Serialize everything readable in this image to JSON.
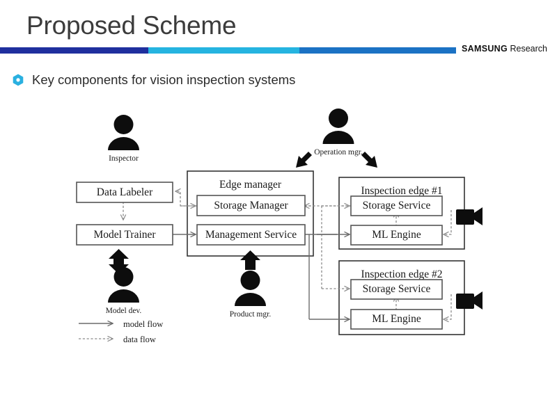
{
  "header": {
    "title": "Proposed Scheme",
    "brand_bold": "SAMSUNG",
    "brand_regular": "Research",
    "rule_colors": [
      "#1f2f9e",
      "#25b4e0",
      "#1b72c4"
    ]
  },
  "bullet": {
    "icon": "hexagon-bullet-icon",
    "accent": "#2ab0e0",
    "text": "Key components for vision inspection systems"
  },
  "diagram": {
    "actors": [
      {
        "name": "inspector",
        "label": "Inspector"
      },
      {
        "name": "model-dev",
        "label": "Model dev."
      },
      {
        "name": "product-mgr",
        "label": "Product mgr."
      },
      {
        "name": "operation-mgr",
        "label": "Operation mgr."
      }
    ],
    "boxes": [
      {
        "name": "data-labeler",
        "label": "Data Labeler"
      },
      {
        "name": "model-trainer",
        "label": "Model Trainer"
      },
      {
        "name": "storage-manager",
        "label": "Storage Manager"
      },
      {
        "name": "management-service",
        "label": "Management Service"
      },
      {
        "name": "edge1-storage-service",
        "label": "Storage Service"
      },
      {
        "name": "edge1-ml-engine",
        "label": "ML Engine"
      },
      {
        "name": "edge2-storage-service",
        "label": "Storage Service"
      },
      {
        "name": "edge2-ml-engine",
        "label": "ML Engine"
      }
    ],
    "groups": [
      {
        "name": "edge-manager",
        "label": "Edge manager"
      },
      {
        "name": "inspection-edge-1",
        "label": "Inspection edge #1"
      },
      {
        "name": "inspection-edge-2",
        "label": "Inspection edge #2"
      }
    ],
    "cameras": [
      {
        "name": "camera-edge-1"
      },
      {
        "name": "camera-edge-2"
      }
    ],
    "legend": [
      {
        "name": "legend-model-flow",
        "label": "model flow",
        "style": "solid"
      },
      {
        "name": "legend-data-flow",
        "label": "data flow",
        "style": "dotted"
      }
    ]
  }
}
